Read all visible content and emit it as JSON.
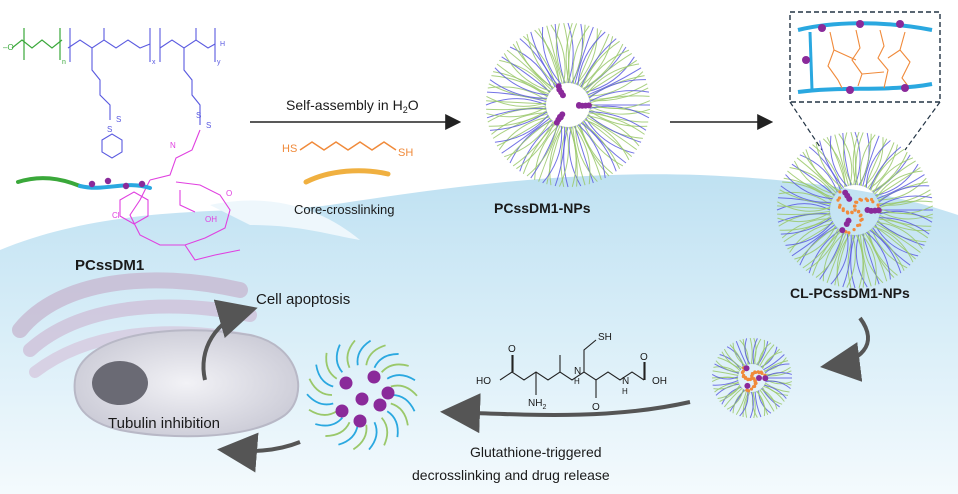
{
  "labels": {
    "polymer": "PCssDM1",
    "self_assembly": "Self-assembly in H",
    "self_assembly_sub": "2",
    "self_assembly_tail": "O",
    "core_crosslinking": "Core-crosslinking",
    "nanoparticles": "PCssDM1-NPs",
    "crosslinked_nanoparticles": "CL-PCssDM1-NPs",
    "cell_apoptosis": "Cell apoptosis",
    "tubulin_inhibition": "Tubulin inhibition",
    "release_line1": "Glutathione-triggered",
    "release_line2": "decrosslinking and drug release"
  },
  "chemistry": {
    "dithiol_left": "HS",
    "dithiol_right": "SH",
    "gsh_ho": "HO",
    "gsh_oh": "OH",
    "gsh_sh": "SH",
    "gsh_nh2": "NH",
    "gsh_nh2_sub": "2",
    "gsh_n1": "N",
    "gsh_n1_h": "H",
    "gsh_n2": "N",
    "gsh_n2_h": "H",
    "gsh_o": "O",
    "gsh_cooh_o": "O",
    "dm1_s1": "S",
    "dm1_s2": "S",
    "dm1_s3": "S",
    "dm1_s4": "S",
    "dm1_n": "N",
    "dm1_cl": "Cl",
    "dm1_oh": "OH",
    "dm1_o": "O",
    "peg_n": "n",
    "peg_x": "x",
    "peg_y": "y",
    "peg_h": "H"
  },
  "colors": {
    "peg": "#3aa83a",
    "backbone": "#5a5ae0",
    "dm1": "#e040e0",
    "linker": "#f08a3a",
    "chain": "#2aa8e0",
    "drug_ball": "#8a2a9a",
    "corona": "#9ac86a"
  }
}
